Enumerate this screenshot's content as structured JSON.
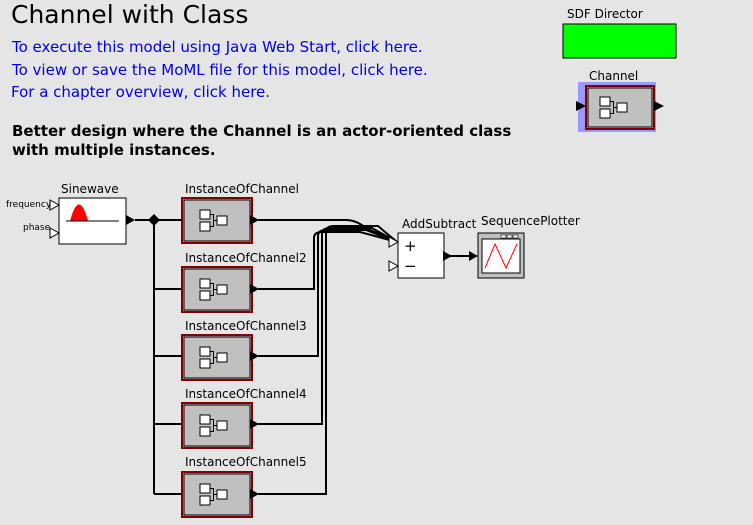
{
  "page": {
    "title": "Channel with Class",
    "links": [
      "To execute this model using Java Web Start, click here.",
      "To view or save the MoML file for this model, click here.",
      "For a chapter overview, click here."
    ],
    "description": "Better design where the Channel is an actor-oriented class\nwith multiple instances."
  },
  "director": {
    "label": "SDF Director",
    "color": "#00ff00"
  },
  "channel_class": {
    "label": "Channel"
  },
  "actors": {
    "sinewave": {
      "label": "Sinewave",
      "ports": [
        "frequency",
        "phase"
      ]
    },
    "instances": [
      "InstanceOfChannel",
      "InstanceOfChannel2",
      "InstanceOfChannel3",
      "InstanceOfChannel4",
      "InstanceOfChannel5"
    ],
    "adder": {
      "label": "AddSubtract",
      "plus": "+",
      "minus": "−"
    },
    "plotter": {
      "label": "SequencePlotter"
    }
  }
}
